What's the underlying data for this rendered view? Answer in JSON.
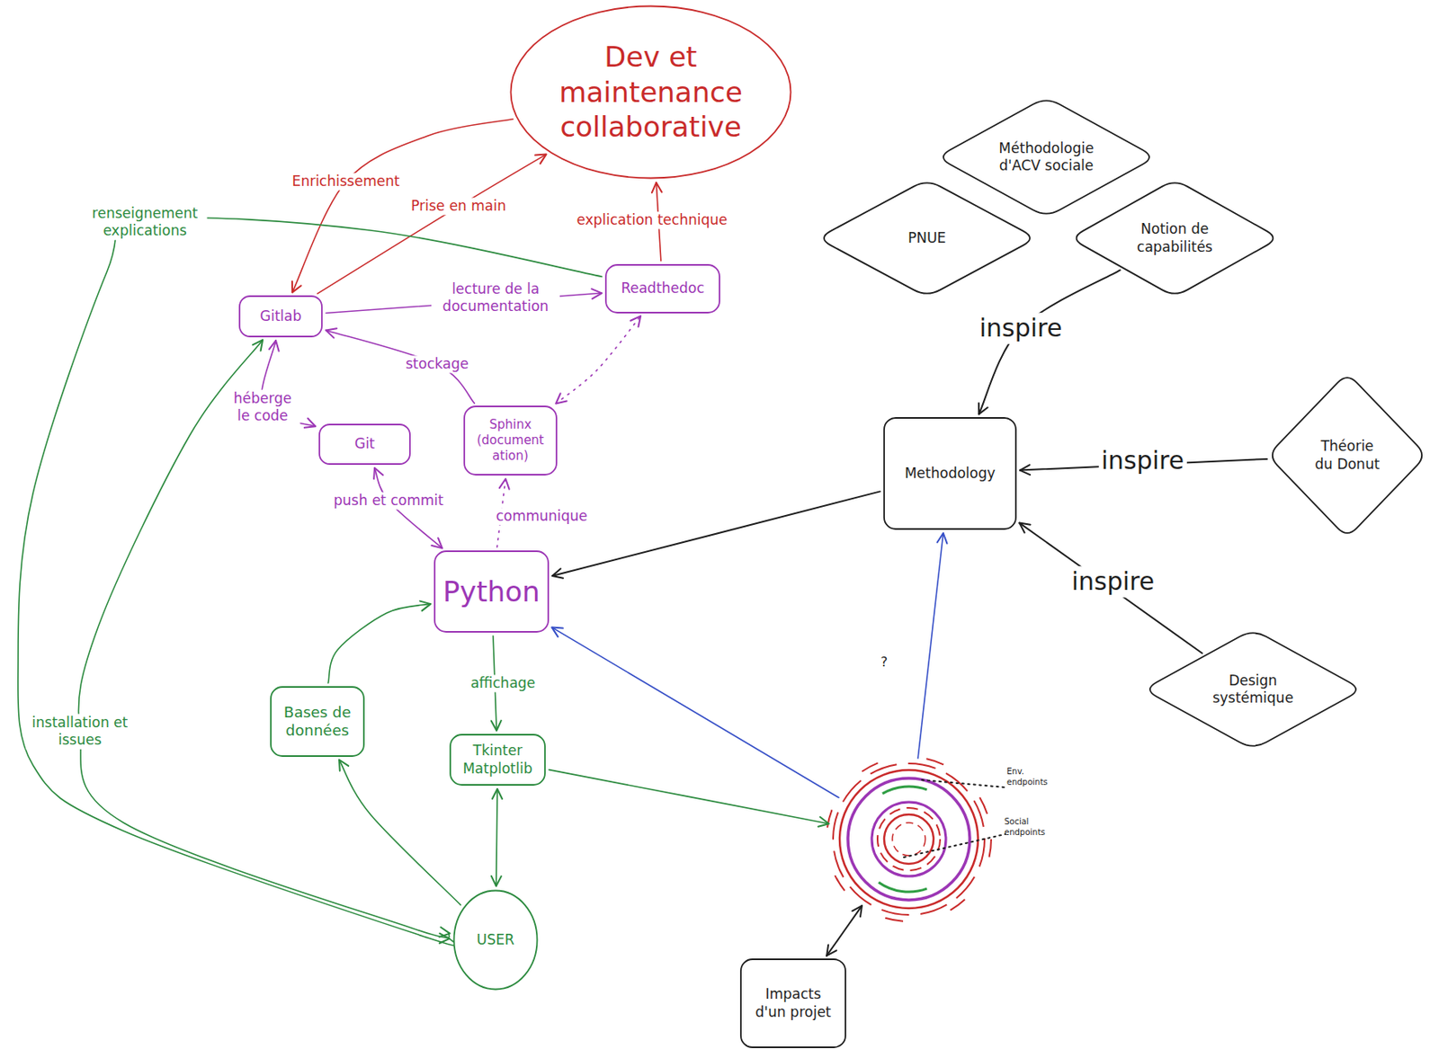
{
  "diagram": {
    "nodes": [
      {
        "text": [
          "Dev et maintenance collaborative"
        ]
      },
      {
        "text": [
          "Méthodologie d'ACV sociale"
        ]
      },
      {
        "text": [
          "PNUE"
        ]
      },
      {
        "text": [
          "Notion de capabilités"
        ]
      },
      {
        "text": [
          "Gitlab"
        ]
      },
      {
        "text": [
          "Readthedoc"
        ]
      },
      {
        "text": [
          "Git"
        ]
      },
      {
        "text": [
          "Sphinx (document ation)"
        ]
      },
      {
        "text": [
          "Methodology"
        ]
      },
      {
        "text": [
          "Théorie du Donut"
        ]
      },
      {
        "text": [
          "Python"
        ]
      },
      {
        "text": [
          "Design systémique"
        ]
      },
      {
        "text": [
          "Bases de données"
        ]
      },
      {
        "text": [
          "Tkinter Matplotlib"
        ]
      },
      {
        "text": [
          "Env. endpoints",
          "Social endpoints"
        ]
      },
      {
        "text": [
          "USER"
        ]
      },
      {
        "text": [
          "Impacts d'un projet"
        ]
      }
    ],
    "edges": [
      {
        "from": 4,
        "to": 0,
        "label": "Prise en main",
        "arrow": "to"
      },
      {
        "from": 0,
        "to": 4,
        "label": "Enrichissement",
        "arrow": "to"
      },
      {
        "from": 5,
        "to": 0,
        "label": "explication technique",
        "arrow": "to"
      },
      {
        "from": 4,
        "to": 5,
        "label": "lecture de la documentation",
        "arrow": "to"
      },
      {
        "from": 7,
        "to": 4,
        "label": "stockage",
        "arrow": "to"
      },
      {
        "from": 7,
        "to": 5,
        "arrow": "both"
      },
      {
        "from": 4,
        "to": 6,
        "label": "héberge le code",
        "arrow": "both"
      },
      {
        "from": 6,
        "to": 10,
        "label": "push et commit",
        "arrow": "both"
      },
      {
        "from": 10,
        "to": 7,
        "label": "communique",
        "arrow": "to"
      },
      {
        "from": 10,
        "to": 13,
        "label": "affichage",
        "arrow": "to"
      },
      {
        "from": 12,
        "to": 10,
        "arrow": "to"
      },
      {
        "from": 15,
        "to": 12,
        "arrow": "to"
      },
      {
        "from": 13,
        "to": 15,
        "arrow": "both"
      },
      {
        "from": 13,
        "to": 14,
        "arrow": "to"
      },
      {
        "from": 14,
        "to": 10,
        "arrow": "to"
      },
      {
        "from": 14,
        "to": 8,
        "arrow": "to"
      },
      {
        "from": 8,
        "to": 10,
        "arrow": "to"
      },
      {
        "from": 3,
        "to": 8,
        "label": "inspire",
        "arrow": "to"
      },
      {
        "from": 9,
        "to": 8,
        "label": "inspire",
        "arrow": "to"
      },
      {
        "from": 11,
        "to": 8,
        "label": "inspire",
        "arrow": "to"
      },
      {
        "from": 14,
        "to": 16,
        "arrow": "both"
      },
      {
        "from": 5,
        "to": 15,
        "label": "renseignement explications",
        "arrow": "to"
      },
      {
        "from": 4,
        "to": 15,
        "label": "installation et issues",
        "arrow": "both"
      }
    ],
    "labels": [
      "?"
    ]
  }
}
